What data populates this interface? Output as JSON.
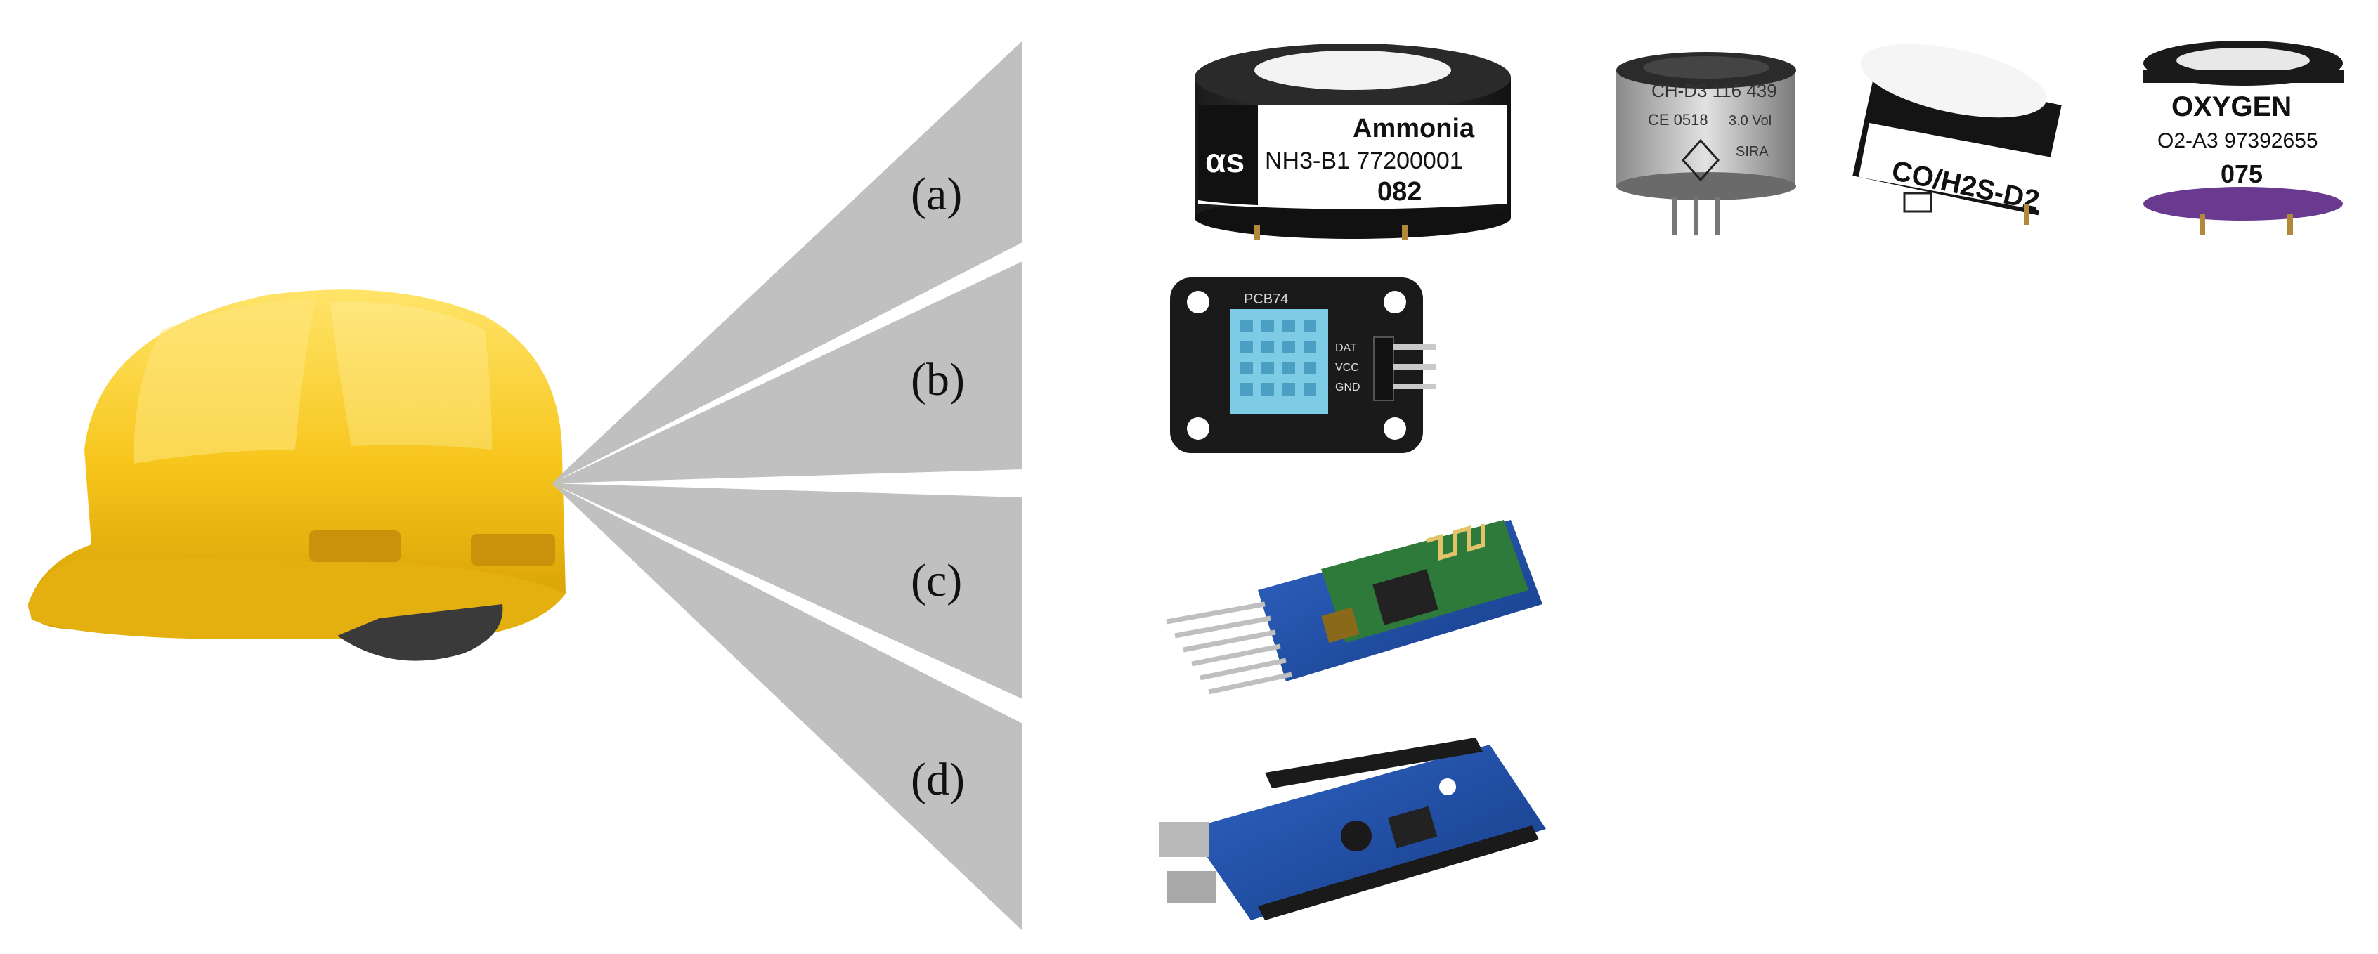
{
  "labels": {
    "a": "(a)",
    "b": "(b)",
    "c": "(c)",
    "d": "(d)"
  },
  "sensors": {
    "ammonia": {
      "name": "Ammonia",
      "model": "NH3-B1 77200001",
      "batch": "082",
      "logo": "αs"
    },
    "ch4": {
      "model": "CH-D3 116 439",
      "ce": "CE 0518",
      "cert": "SIRA",
      "volt": "3.0 Vol"
    },
    "co_h2s": {
      "model": "CO/H2S-D2"
    },
    "oxygen": {
      "name": "OXYGEN",
      "model": "O2-A3 97392655",
      "batch": "075"
    }
  },
  "dht_module": {
    "board": "PCB74",
    "pins": [
      "DAT",
      "VCC",
      "GND"
    ]
  },
  "colors": {
    "wedge": "#c0c0c0",
    "helmet": "#f5c518",
    "helmet_shadow": "#d9a300",
    "pcb_blue": "#1f4fa8",
    "dht_blue": "#7ecbe6"
  }
}
